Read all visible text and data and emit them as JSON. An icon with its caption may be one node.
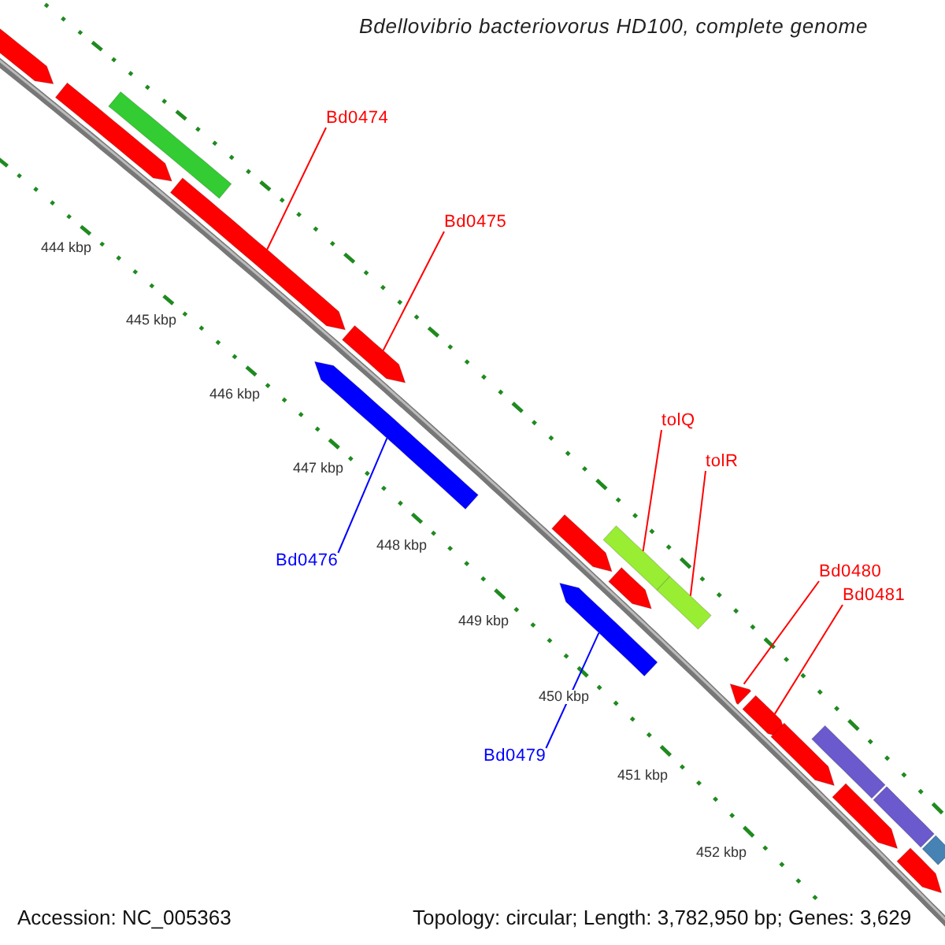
{
  "diagram": {
    "title": "Bdellovibrio bacteriovorus HD100, complete genome",
    "nodes": [
      {
        "text": [],
        "shape": "pentagon"
      },
      {
        "text": [],
        "shape": "bar"
      },
      {
        "text": [],
        "shape": "pentagon"
      },
      {
        "text": [
          "Bd0474"
        ]
      },
      {
        "text": [],
        "shape": "pentagon"
      },
      {
        "text": [
          "Bd0475"
        ]
      },
      {
        "text": [],
        "shape": "pentagon"
      },
      {
        "text": [],
        "shape": "pentagon"
      },
      {
        "text": [
          "tolQ"
        ]
      },
      {
        "text": [
          "tolR"
        ]
      },
      {
        "text": [],
        "shape": "bar"
      },
      {
        "text": [],
        "shape": "bar"
      },
      {
        "text": [],
        "shape": "pentagon"
      },
      {
        "text": [
          "Bd0476"
        ]
      },
      {
        "text": [],
        "shape": "pentagon"
      },
      {
        "text": [
          "Bd0480"
        ]
      },
      {
        "text": [
          "Bd0481"
        ]
      },
      {
        "text": [],
        "shape": "pentagon"
      },
      {
        "text": [],
        "shape": "pentagon"
      },
      {
        "text": [],
        "shape": "pentagon"
      },
      {
        "text": [
          "Bd0479"
        ]
      },
      {
        "text": [],
        "shape": "bar"
      },
      {
        "text": [],
        "shape": "pentagon"
      },
      {
        "text": [],
        "shape": "bar"
      },
      {
        "text": [],
        "shape": "pentagon"
      },
      {
        "text": [],
        "shape": "bar"
      },
      {
        "text": [],
        "shape": "pentagon"
      }
    ],
    "edges": [
      {
        "from": 3,
        "to": 4,
        "arrow": "none"
      },
      {
        "from": 5,
        "to": 6,
        "arrow": "none"
      },
      {
        "from": 8,
        "to": 10,
        "arrow": "none"
      },
      {
        "from": 9,
        "to": 11,
        "arrow": "none"
      },
      {
        "from": 13,
        "to": 7,
        "arrow": "none",
        "color": "#0000ff"
      },
      {
        "from": 15,
        "to": 18,
        "arrow": "none"
      },
      {
        "from": 16,
        "to": 19,
        "arrow": "none"
      },
      {
        "from": 20,
        "to": 17,
        "arrow": "none",
        "color": "#0000ff"
      }
    ],
    "labels": [
      "444 kbp",
      "445 kbp",
      "446 kbp",
      "447 kbp",
      "448 kbp",
      "449 kbp",
      "450 kbp",
      "451 kbp",
      "452 kbp",
      "Accession: NC_005363",
      "Topology: circular; Length: 3,782,950 bp; Genes: 3,629"
    ]
  }
}
